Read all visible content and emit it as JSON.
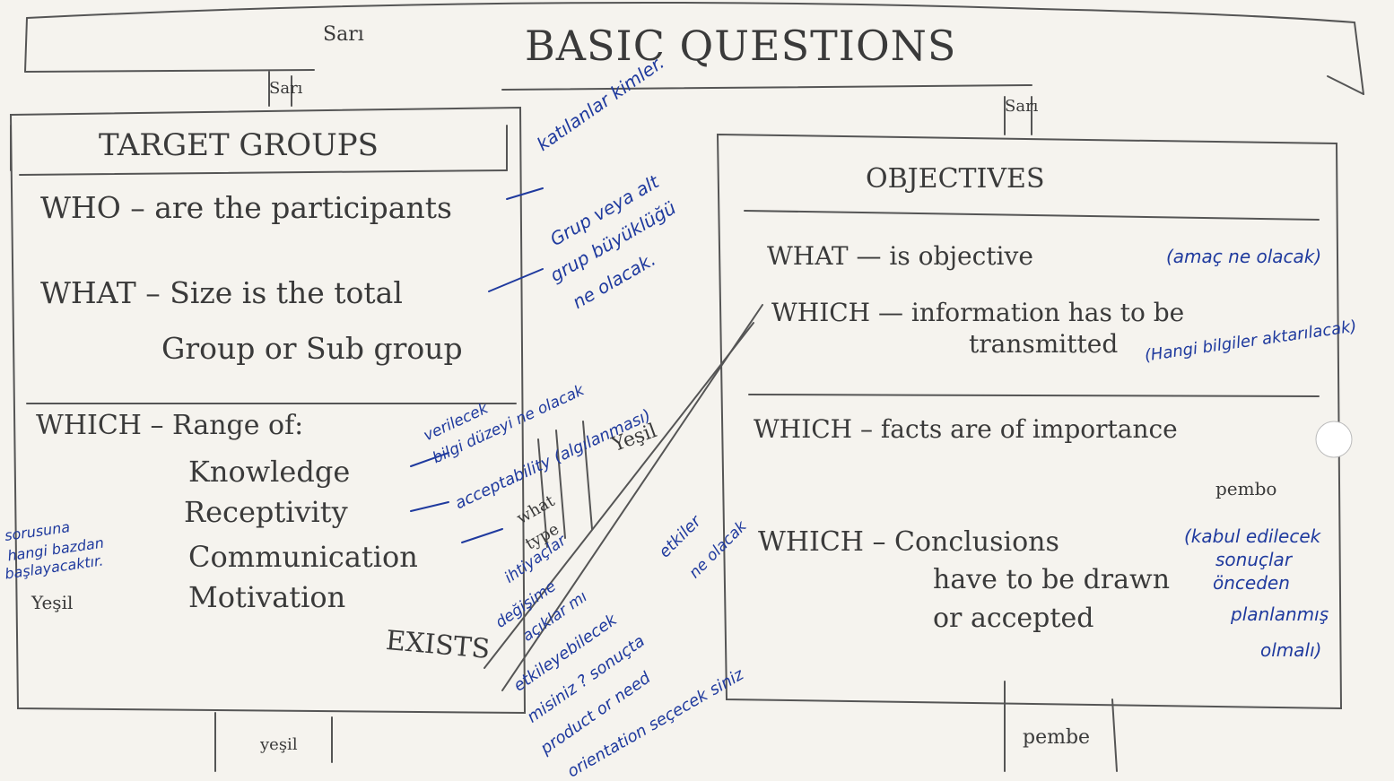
{
  "header": {
    "title": "BASIC QUESTIONS",
    "note_sari_top": "Sarı",
    "note_sari_left": "Sarı",
    "note_sari_right": "Sarı"
  },
  "left_panel": {
    "title": "TARGET GROUPS",
    "row_who": "WHO – are the participants",
    "row_what_line1": "WHAT – Size is the total",
    "row_what_line2": "Group or Sub group",
    "row_which": "WHICH – Range of:",
    "items": [
      "Knowledge",
      "Receptivity",
      "Communication",
      "Motivation"
    ],
    "exists": "EXISTS",
    "bottom_note": "yeşil"
  },
  "right_panel": {
    "title": "OBJECTIVES",
    "row1": "WHAT — is objective",
    "row1_note": "(amaç ne olacak)",
    "row2_line1": "WHICH — information has to be",
    "row2_line2": "transmitted",
    "row2_note": "(Hangi bilgiler aktarılacak)",
    "row3": "WHICH – facts are of importance",
    "pembo_label": "pembo",
    "row4_line1": "WHICH – Conclusions",
    "row4_line2": "have to be drawn",
    "row4_line3": "or accepted",
    "row4_note": [
      "(kabul edilecek",
      "sonuçlar",
      "önceden",
      "planlanmış",
      "olmalı)"
    ],
    "bottom_note": "pembe"
  },
  "annotations": {
    "participants": "katılanlar kimler.",
    "size": [
      "Grup veya alt",
      "grup büyüklüğü",
      "ne olacak."
    ],
    "knowledge": [
      "verilecek",
      "bilgi düzeyi ne olacak"
    ],
    "receptivity": "acceptability (algılanması)",
    "yesil_mid": "Yeşil",
    "communication": [
      "what",
      "type"
    ],
    "motivation": [
      "etkiler",
      "ne olacak"
    ],
    "exists": [
      "ihtiyaçlar",
      "değişime",
      "açıklar mı"
    ],
    "bottom_blue": [
      "etkileyebilecek",
      "misiniz ? sonuçta",
      "product or need",
      "orientation seçecek siniz"
    ],
    "left_note": [
      "sorusuna",
      "hangi bazdan",
      "başlayacaktır."
    ],
    "left_yesil": "Yeşil"
  }
}
